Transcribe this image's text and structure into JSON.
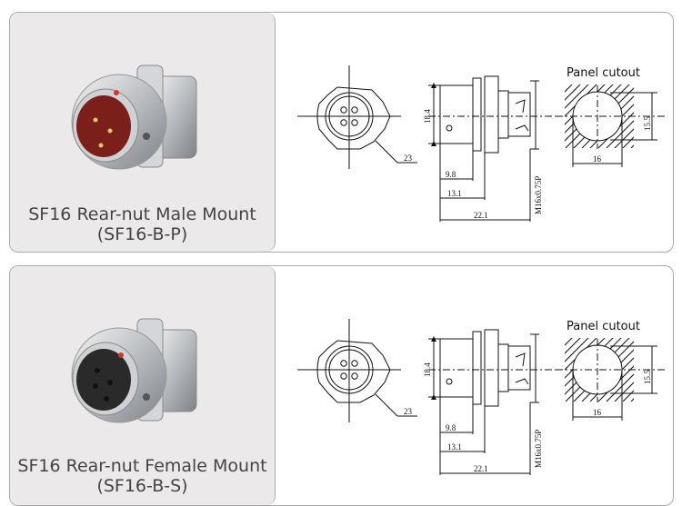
{
  "products": [
    {
      "name": "SF16 Rear-nut Male Mount",
      "model": "(SF16-B-P)",
      "gender": "male",
      "drawing": {
        "panel_cutout_label": "Panel cutout",
        "dim_height": "18.4",
        "dim_hex": "23",
        "dim_front_length": "9.8",
        "dim_flange_length": "13.1",
        "dim_total_length": "22.1",
        "dim_thread": "M16x0.75P",
        "dim_cutout_height": "15.5",
        "dim_cutout_width": "16"
      }
    },
    {
      "name": "SF16 Rear-nut Female Mount",
      "model": "(SF16-B-S)",
      "gender": "female",
      "drawing": {
        "panel_cutout_label": "Panel cutout",
        "dim_height": "18.4",
        "dim_hex": "23",
        "dim_front_length": "9.8",
        "dim_flange_length": "13.1",
        "dim_total_length": "22.1",
        "dim_thread": "M16x0.75P",
        "dim_cutout_height": "15.5",
        "dim_cutout_width": "16"
      }
    }
  ],
  "colors": {
    "panel_bg": "#ebe9ea",
    "border": "#a9a9a9",
    "insulator_male": "#7a1f1a",
    "insulator_female": "#2a2a2a",
    "marker_dot": "#d8322b"
  }
}
